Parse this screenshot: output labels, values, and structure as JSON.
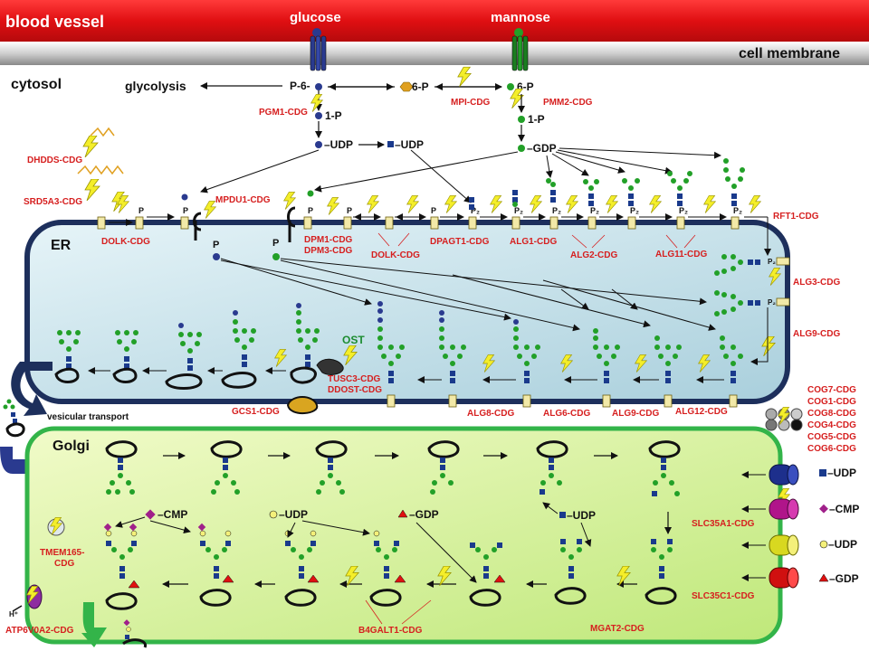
{
  "regions": {
    "blood_vessel": "blood vessel",
    "cell_membrane": "cell membrane",
    "cytosol": "cytosol",
    "er": "ER",
    "golgi": "Golgi",
    "vesicular_transport": "vesicular transport",
    "ost": "OST"
  },
  "sugars": {
    "glucose": "glucose",
    "mannose": "mannose"
  },
  "pathway_labels": {
    "glycolysis": "glycolysis",
    "p6": "P-6-",
    "f6p": "6-P",
    "m6p": "6-P",
    "g1p": "1-P",
    "m1p": "1-P",
    "udp_glc": "–UDP",
    "udp_glcnac": "–UDP",
    "gdp_man": "–GDP",
    "p": "P",
    "p2": "P₂",
    "cmp": "–CMP",
    "udp_gal": "–UDP",
    "gdp_fuc": "–GDP",
    "udp_golgi": "–UDP",
    "udp_transport": "–UDP",
    "cmp_transport": "–CMP",
    "udp_transport2": "–UDP",
    "gdp_transport": "–GDP"
  },
  "disorders": {
    "pgm1": "PGM1-CDG",
    "mpi": "MPI-CDG",
    "pmm2": "PMM2-CDG",
    "dhdds": "DHDDS-CDG",
    "srd5a3": "SRD5A3-CDG",
    "dolk_top": "DOLK-CDG",
    "mpdu1": "MPDU1-CDG",
    "dpm1": "DPM1-CDG",
    "dpm3": "DPM3-CDG",
    "dolk_mid": "DOLK-CDG",
    "dpagt1": "DPAGT1-CDG",
    "alg1": "ALG1-CDG",
    "alg2": "ALG2-CDG",
    "alg11": "ALG11-CDG",
    "rft1": "RFT1-CDG",
    "alg3": "ALG3-CDG",
    "alg9_a": "ALG9-CDG",
    "tusc3": "TUSC3-CDG",
    "ddost": "DDOST-CDG",
    "gcs1": "GCS1-CDG",
    "alg8": "ALG8-CDG",
    "alg6": "ALG6-CDG",
    "alg9_b": "ALG9-CDG",
    "alg12": "ALG12-CDG",
    "cog7": "COG7-CDG",
    "cog1": "COG1-CDG",
    "cog8": "COG8-CDG",
    "cog4": "COG4-CDG",
    "cog5": "COG5-CDG",
    "cog6": "COG6-CDG",
    "slc35a1": "SLC35A1-CDG",
    "slc35c1": "SLC35C1-CDG",
    "tmem165_a": "TMEM165-",
    "tmem165_b": "CDG",
    "atp6v0a2": "ATP6V0A2-CDG",
    "b4galt1": "B4GALT1-CDG",
    "mgat2": "MGAT2-CDG"
  },
  "colors": {
    "blood_vessel": "#e00f12",
    "er_fill": "#cfe6ef",
    "er_border": "#1d2f5c",
    "golgi_fill": "#d9f3a6",
    "golgi_border": "#33b449",
    "glucose_dot": "#2a3a8f",
    "mannose_dot": "#22a028",
    "glcnac_square": "#1a3a8c",
    "galactose": "#f4f07a",
    "sialic_acid": "#a0208a",
    "fucose": "#e01010",
    "disorder_text": "#d61f1f",
    "lightning": "#f4ee2a"
  },
  "icons": [
    "lightning-icon",
    "transporter-icon",
    "glycan-icon",
    "protein-icon",
    "arrow-icon"
  ]
}
